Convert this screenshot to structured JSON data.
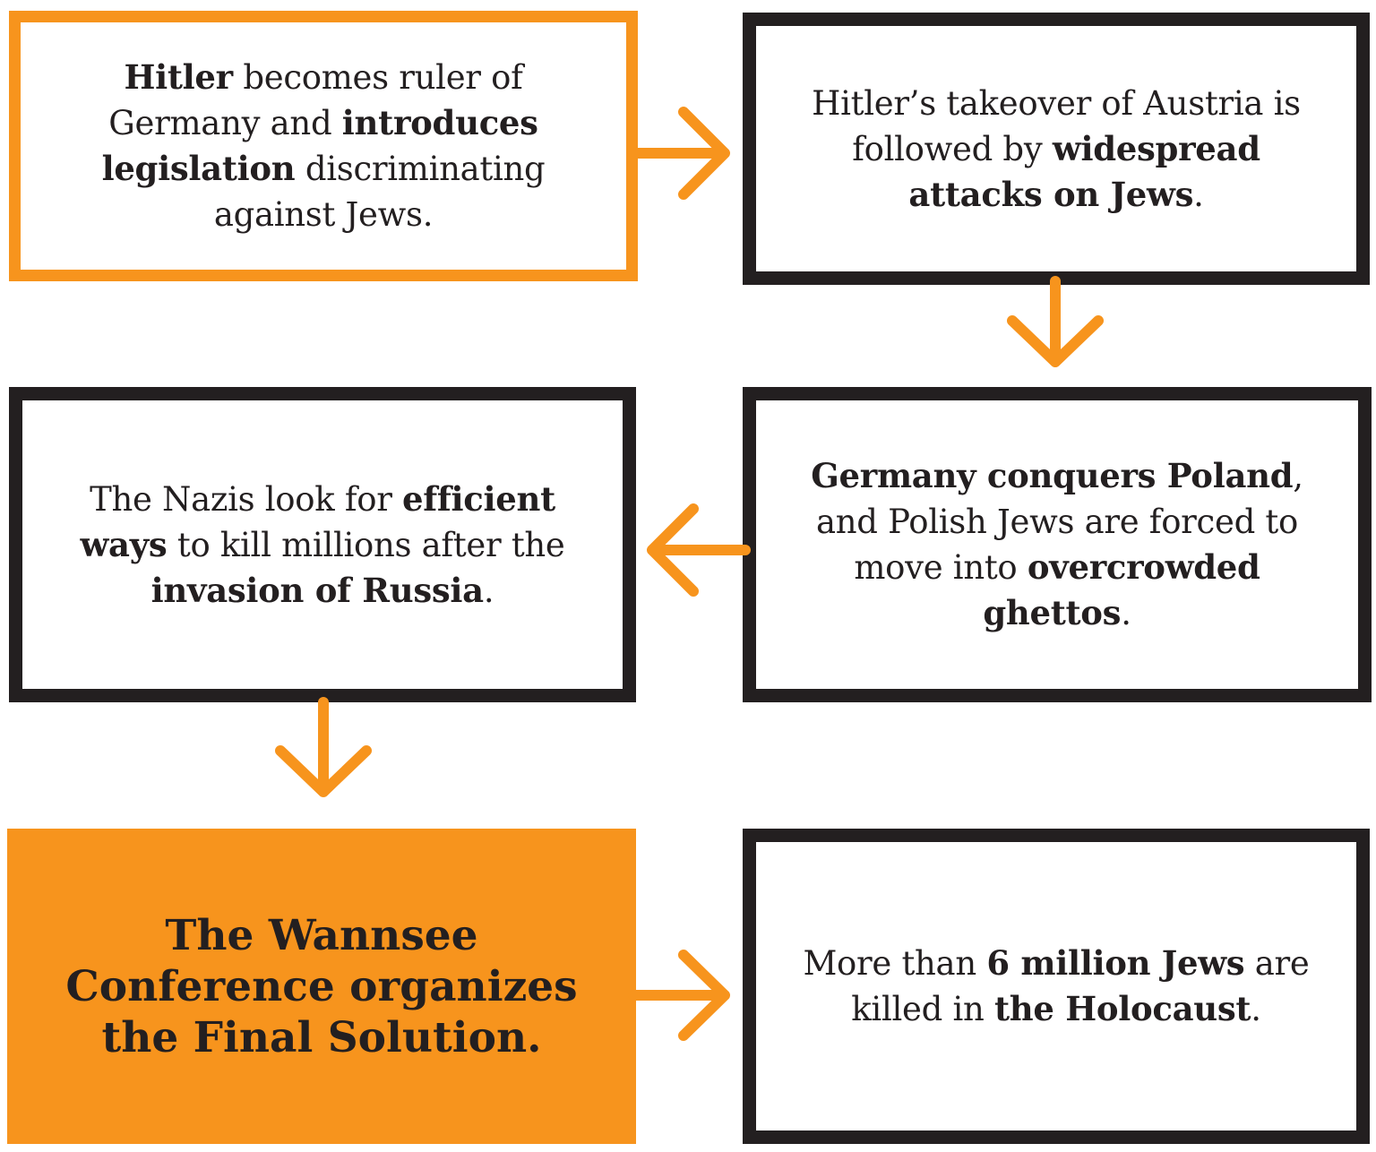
{
  "boxes": [
    {
      "style": "orange-outline",
      "text": [
        {
          "t": "Hitler",
          "b": true
        },
        {
          "t": " becomes ruler of Germany and ",
          "b": false
        },
        {
          "t": "introduces legislation",
          "b": true
        },
        {
          "t": " discriminating against Jews.",
          "b": false
        }
      ]
    },
    {
      "style": "black-outline",
      "text": [
        {
          "t": "Hitler’s takeover of Austria is followed by ",
          "b": false
        },
        {
          "t": "widespread attacks on Jews",
          "b": true
        },
        {
          "t": ".",
          "b": false
        }
      ]
    },
    {
      "style": "black-outline",
      "text": [
        {
          "t": "The Nazis look for ",
          "b": false
        },
        {
          "t": "efficient ways",
          "b": true
        },
        {
          "t": " to kill millions after the ",
          "b": false
        },
        {
          "t": "invasion of Russia",
          "b": true
        },
        {
          "t": ".",
          "b": false
        }
      ]
    },
    {
      "style": "black-outline",
      "text": [
        {
          "t": "Germany conquers Poland",
          "b": true
        },
        {
          "t": ", and Polish Jews are forced to move into ",
          "b": false
        },
        {
          "t": "overcrowded ghettos",
          "b": true
        },
        {
          "t": ".",
          "b": false
        }
      ]
    },
    {
      "style": "orange-filled",
      "text": [
        {
          "t": "The Wannsee Conference organizes the Final Solution.",
          "b": true
        }
      ]
    },
    {
      "style": "black-outline",
      "text": [
        {
          "t": "More than ",
          "b": false
        },
        {
          "t": "6 million Jews",
          "b": true
        },
        {
          "t": " are killed in ",
          "b": false
        },
        {
          "t": "the Holocaust",
          "b": true
        },
        {
          "t": ".",
          "b": false
        }
      ]
    }
  ],
  "colors": {
    "accent": "#f7941d",
    "ink": "#231f20",
    "background": "#ffffff"
  },
  "arrows": [
    {
      "from": 1,
      "to": 2,
      "direction": "right"
    },
    {
      "from": 2,
      "to": 4,
      "direction": "down"
    },
    {
      "from": 4,
      "to": 3,
      "direction": "left"
    },
    {
      "from": 3,
      "to": 5,
      "direction": "down"
    },
    {
      "from": 5,
      "to": 6,
      "direction": "right"
    }
  ]
}
